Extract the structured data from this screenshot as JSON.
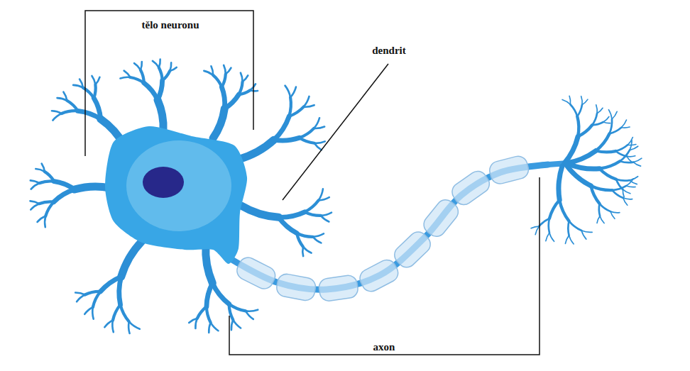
{
  "diagram": {
    "labels": [
      "tělo neuronu",
      "dendrit",
      "axon"
    ]
  }
}
